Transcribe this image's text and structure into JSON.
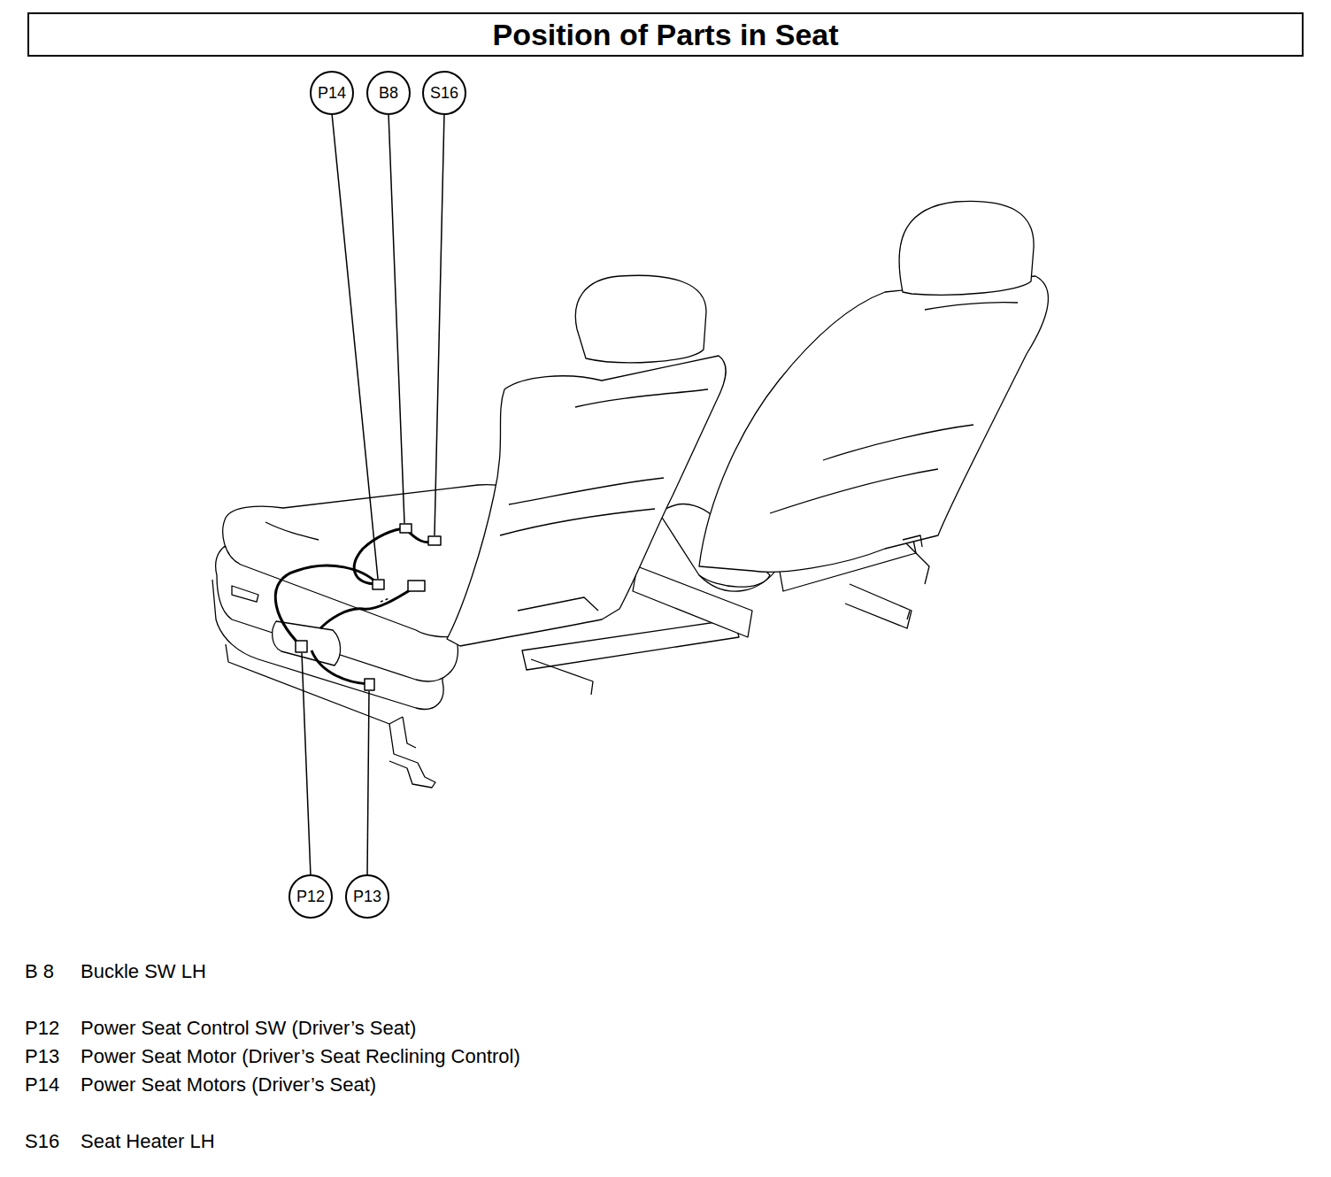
{
  "diagram": {
    "title": "Position of Parts in Seat",
    "nodes": [
      {
        "text": [
          "P14"
        ]
      },
      {
        "text": [
          "B8"
        ]
      },
      {
        "text": [
          "S16"
        ]
      },
      {
        "text": [
          "P12"
        ]
      },
      {
        "text": [
          "P13"
        ]
      }
    ],
    "labels": [
      "B 8",
      "Buckle SW LH",
      "P12",
      "Power Seat Control SW (Driver’s Seat)",
      "P13",
      "Power Seat Motor (Driver’s Seat Reclining Control)",
      "P14",
      "Power Seat Motors (Driver’s Seat)",
      "S16",
      "Seat Heater LH"
    ]
  }
}
